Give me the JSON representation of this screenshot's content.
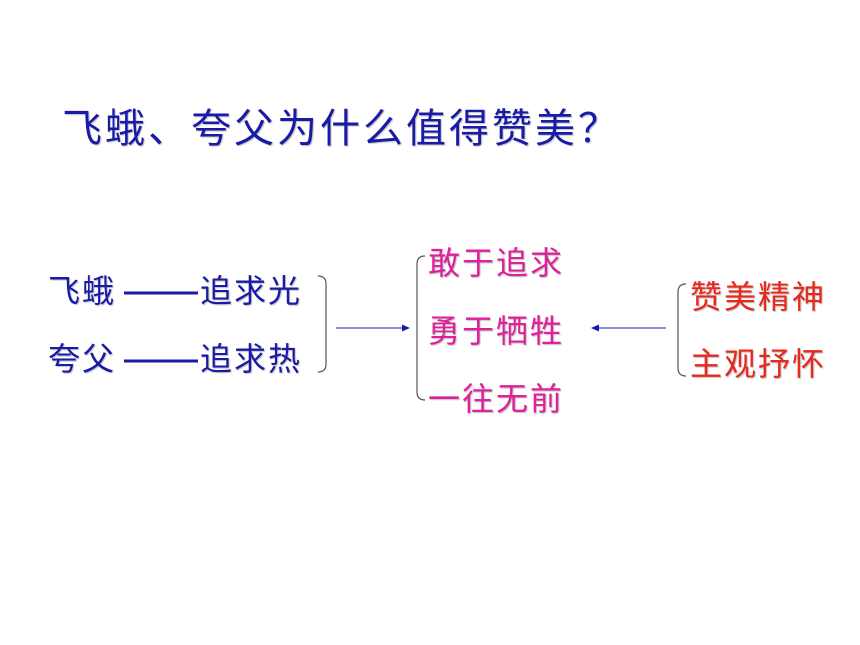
{
  "title": "飞蛾、夸父为什么值得赞美？",
  "left": [
    {
      "subject": "飞蛾",
      "pursuit": "追求光"
    },
    {
      "subject": "夸父",
      "pursuit": "追求热"
    }
  ],
  "middle": [
    "敢于追求",
    "勇于牺牲",
    "一往无前"
  ],
  "right": [
    "赞美精神",
    "主观抒怀"
  ],
  "colors": {
    "blue": "#1a1aa8",
    "magenta": "#e0209a",
    "red": "#e8281c"
  }
}
